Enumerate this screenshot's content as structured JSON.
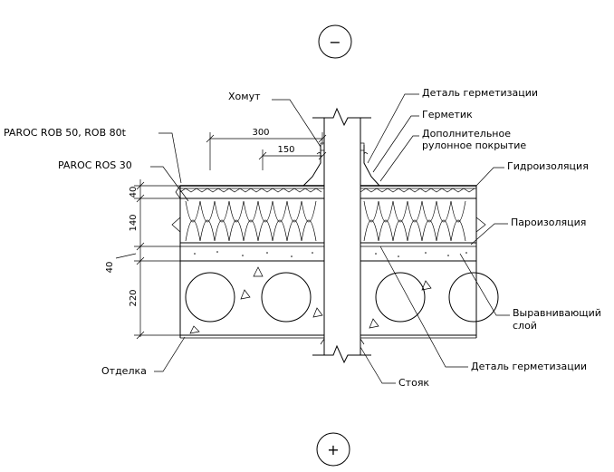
{
  "symbols": {
    "top": "−",
    "bottom": "+"
  },
  "labels": {
    "khomut": "Хомут",
    "detal_top": "Деталь герметизации",
    "germetik": "Герметик",
    "dop_line1": "Дополнительное",
    "dop_line2": "рулонное покрытие",
    "gidro": "Гидроизоляция",
    "paroizol": "Пароизоляция",
    "vyr_line1": "Выравнивающий",
    "vyr_line2": "слой",
    "detal_bottom": "Деталь герметизации",
    "stoyak": "Стояк",
    "otdelka": "Отделка",
    "paroc_rob": "PAROC ROB 50, ROB 80t",
    "paroc_ros": "PAROC ROS 30"
  },
  "dimensions": {
    "d300": "300",
    "d150": "150",
    "d40_top": "40",
    "d140": "140",
    "d40_mid": "40",
    "d220": "220"
  },
  "colors": {
    "line": "#000000",
    "background": "#ffffff"
  }
}
